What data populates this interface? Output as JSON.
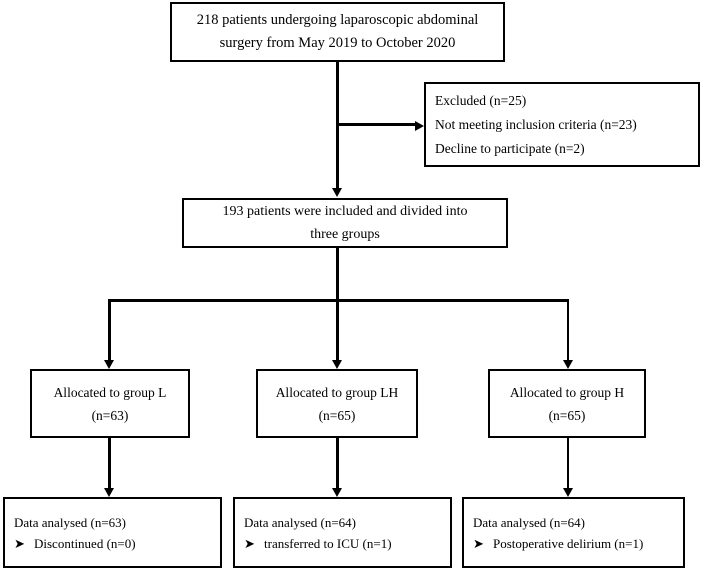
{
  "diagram": {
    "title": "CONSORT patient flow diagram",
    "stroke_color": "#000000",
    "background_color": "#ffffff",
    "bullet_glyph": "➤",
    "nodes": {
      "enrolled": {
        "line1": "218 patients undergoing laparoscopic abdominal",
        "line2": "surgery from May 2019 to October 2020"
      },
      "excluded": {
        "line1": "Excluded  (n=25)",
        "line2": "Not meeting inclusion criteria (n=23)",
        "line3": "Decline to participate (n=2)"
      },
      "included": {
        "line1": "193 patients were included and divided into",
        "line2": "three groups"
      },
      "group_l": {
        "line1": "Allocated to group L",
        "line2": "(n=63)"
      },
      "group_lh": {
        "line1": "Allocated to group LH",
        "line2": "(n=65)"
      },
      "group_h": {
        "line1": "Allocated to group H",
        "line2": "(n=65)"
      },
      "result_l": {
        "line1": "Data analysed (n=63)",
        "bullet1": "Discontinued (n=0)"
      },
      "result_lh": {
        "line1": "Data analysed (n=64)",
        "bullet1": "transferred to ICU (n=1)"
      },
      "result_h": {
        "line1": "Data analysed (n=64)",
        "bullet1": "Postoperative delirium (n=1)"
      }
    }
  }
}
